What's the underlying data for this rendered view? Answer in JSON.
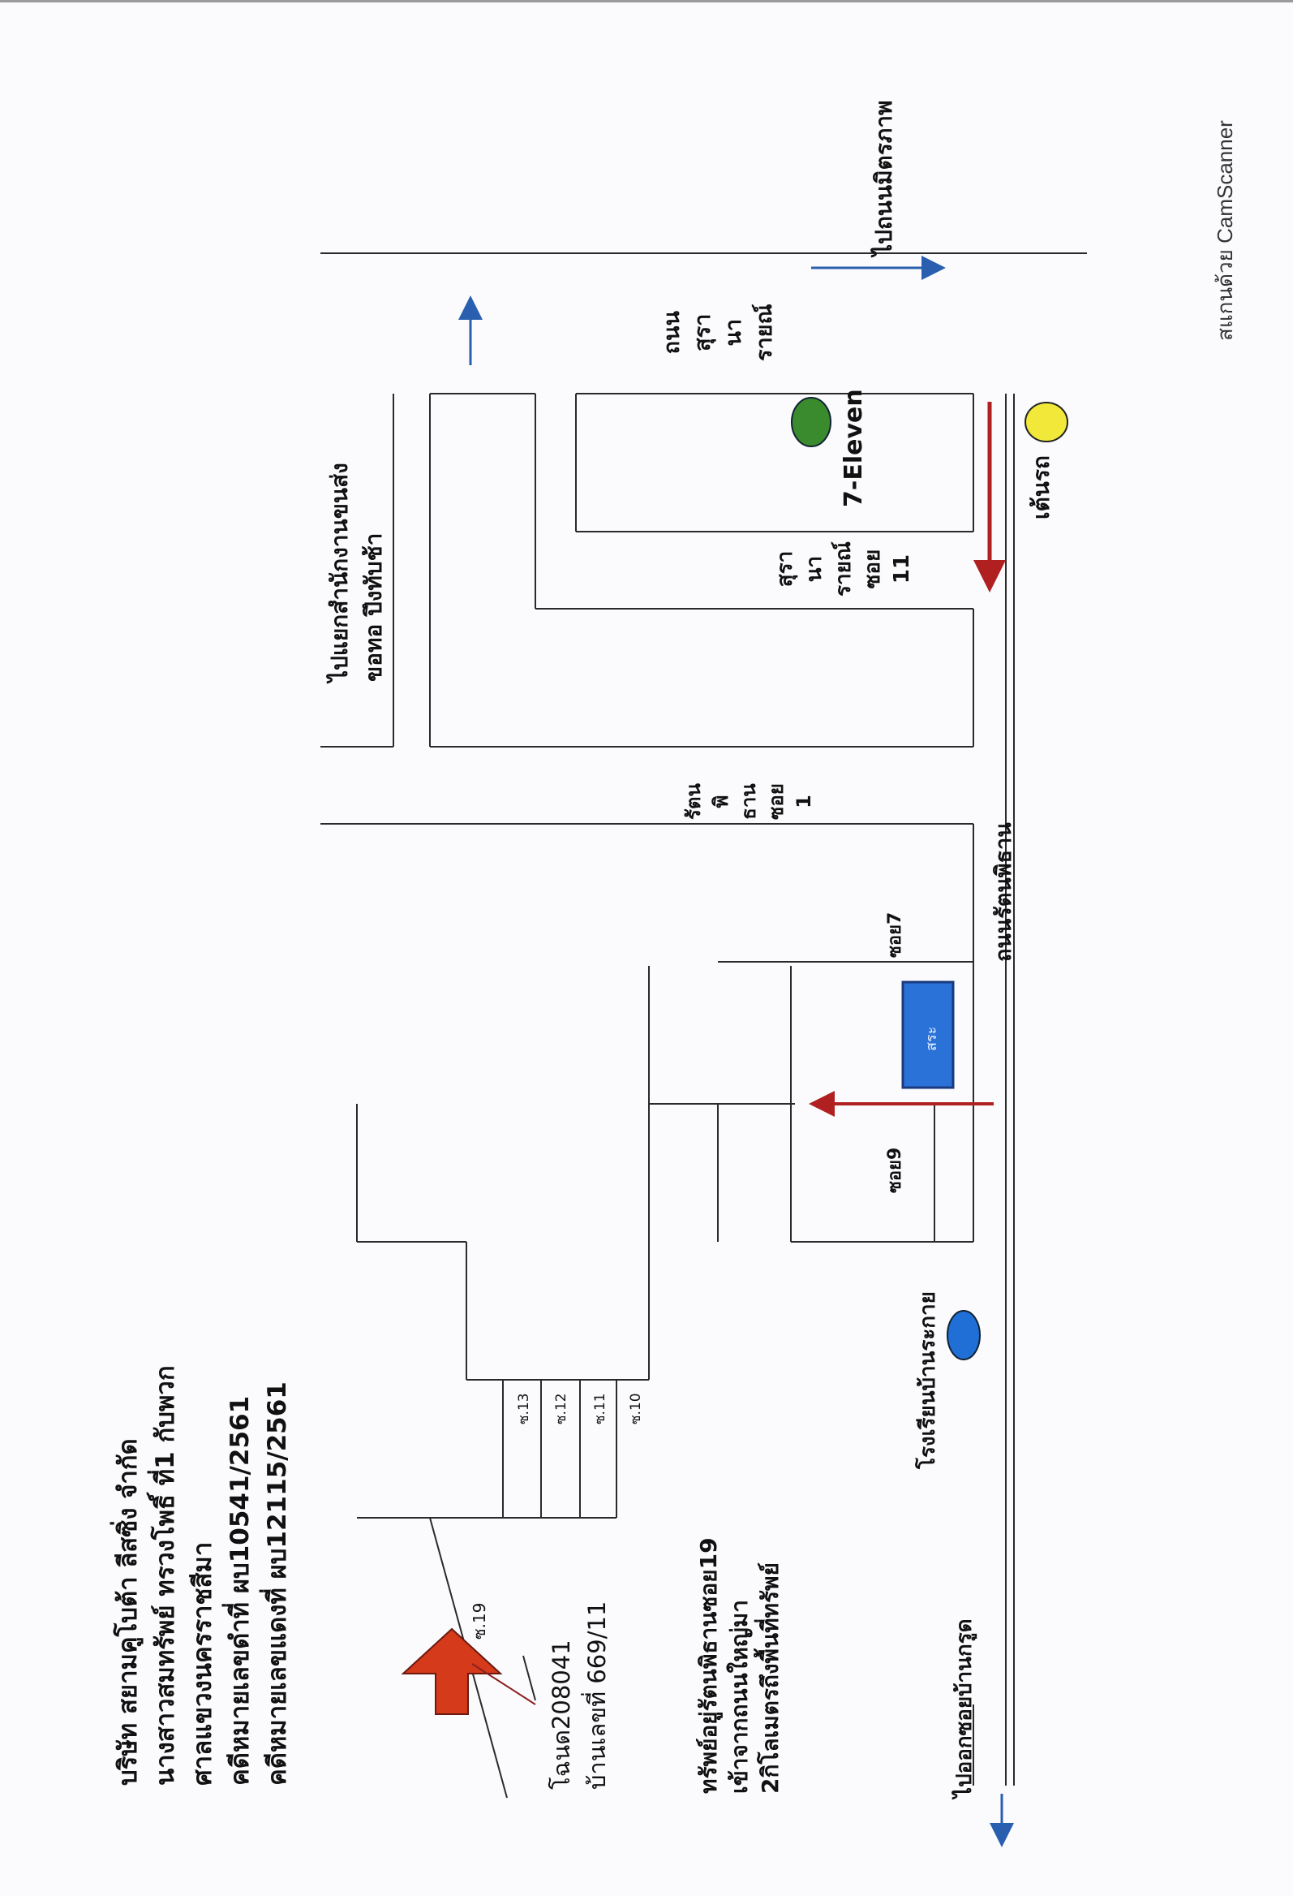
{
  "header": {
    "lines": [
      "บริษัท สยามคูโบต้า ลีสซิ่ง จำกัด",
      "นางสาวสมทรัพย์ ทรวงโพธิ์ ที่1 กับพวก",
      "ศาลแขวงนครราชสีมา",
      "คดีหมายเลขดำที่ ผบ10541/2561",
      "คดีหมายเลขแดงที่ ผบ12115/2561"
    ]
  },
  "property": {
    "deed": "โฉนด208041",
    "house_no": "บ้านเลขที่ 669/11"
  },
  "access_note": [
    "ทรัพย์อยู่รัตนพิธานซอย19",
    "เข้าจากถนนใหญ่มา",
    "2กิโลเมตรถึงพื้นที่ทรัพย์"
  ],
  "labels": {
    "soi19": "ซ.19",
    "soi13": "ซ.13",
    "soi12": "ซ.12",
    "soi11": "ซ.11",
    "soi10": "ซ.10",
    "soi9": "ซอย9",
    "soi7": "ซอย7",
    "pond": "สระ",
    "school": "โรงเรียนบ้านระกาย",
    "to_ban_krut": "ไปออกซอยบ้านกรูด",
    "rattanaphithan_road": "ถนนรัตนพิธาน",
    "rattanaphithan_soi1": [
      "รัตน",
      "พิ",
      "ธาน",
      "ซอย",
      "1"
    ],
    "surana_soi11": [
      "สุรา",
      "นา",
      "รายณ์",
      "ซอย",
      "11"
    ],
    "surana_road": [
      "ถนน",
      "สุรา",
      "นา",
      "รายณ์"
    ],
    "seven_eleven": "7-Eleven",
    "u_turn": "เต้นรถ",
    "to_transport": [
      "ไปแยกสำนักงานขนส่ง",
      "ขอทอ ปึงทับช้า"
    ],
    "to_mittraphap": "ไปถนนมิตรภาพ",
    "watermark": "สแกนด้วย CamScanner"
  },
  "colors": {
    "line": "#2a2a2a",
    "route": "#b02020",
    "direction": "#2a5fb0",
    "pond_fill": "#2b72d8",
    "pond_border": "#1a3a80",
    "school_dot": "#1f6fd6",
    "seven_eleven_dot": "#3a8a2e",
    "u_turn_dot": "#f2e83a",
    "house_arrow": "#d53a1a"
  }
}
